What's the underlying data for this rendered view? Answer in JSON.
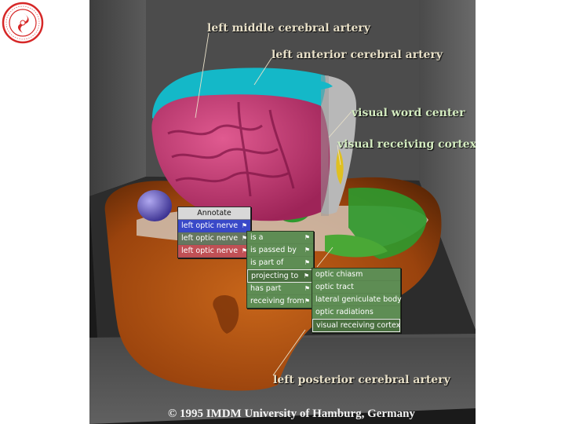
{
  "labels": {
    "middle_cerebral": "left middle cerebral artery",
    "anterior_cerebral": "left anterior cerebral artery",
    "visual_word": "visual word center",
    "visual_receiving": "visual receiving cortex",
    "posterior_cerebral": "left posterior cerebral artery"
  },
  "copyright": "© 1995 IMDM University of Hamburg, Germany",
  "annotate_menu": {
    "title": "Annotate",
    "items": [
      {
        "label": "left optic nerve",
        "state": "selected-blue"
      },
      {
        "label": "left optic nerve",
        "state": "plain"
      },
      {
        "label": "left optic nerve",
        "state": "selected-red"
      }
    ]
  },
  "relation_menu": {
    "items": [
      "is a",
      "is passed by",
      "is part of",
      "projecting to",
      "has part",
      "receiving from"
    ],
    "highlighted": "projecting to"
  },
  "target_menu": {
    "items": [
      "optic chiasm",
      "optic tract",
      "lateral geniculate body",
      "optic radiations",
      "visual receiving cortex"
    ],
    "highlighted": "visual receiving cortex"
  },
  "colors": {
    "cortex_pink": "#c43a74",
    "cortex_cyan": "#14b8c8",
    "skin_orange": "#b85410",
    "menu_green": "#5e8d54",
    "menu_blue": "#3949c8",
    "menu_red": "#c05055"
  },
  "icons": {
    "submenu_arrow": "flag-arrow-icon",
    "logo": "university-seal-icon"
  }
}
